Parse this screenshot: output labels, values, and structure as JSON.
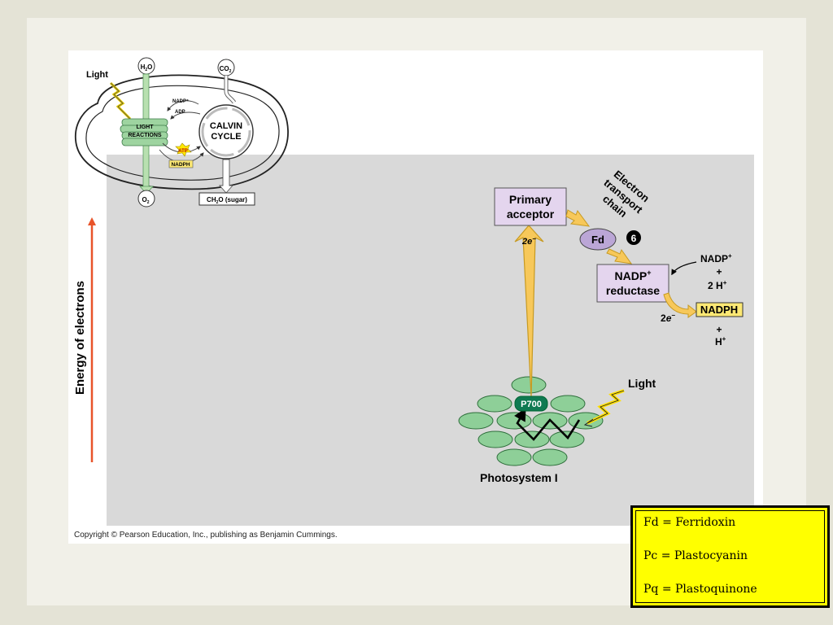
{
  "overview": {
    "light": "Light",
    "h2o_main": "H",
    "h2o_sub": "2",
    "h2o_tail": "O",
    "co2_main": "CO",
    "co2_sub": "2",
    "o2_main": "O",
    "o2_sub": "2",
    "nadp_plus": "NADP⁺",
    "adp": "ADP",
    "light_reactions_line1": "LIGHT",
    "light_reactions_line2": "REACTIONS",
    "atp": "ATP",
    "nadph": "NADPH",
    "calvin_line1": "CALVIN",
    "calvin_line2": "CYCLE",
    "sugar_main": "CH",
    "sugar_sub": "2",
    "sugar_tail": "O (sugar)"
  },
  "axis": {
    "energy_label": "Energy of electrons"
  },
  "etc": {
    "primary_acceptor_line1": "Primary",
    "primary_acceptor_line2": "acceptor",
    "etc_line1": "Electron",
    "etc_line2": "transport",
    "etc_line3": "chain",
    "step_number": "6",
    "fd": "Fd",
    "two_e_upper": "2",
    "e_symbol": "e",
    "e_minus": "−",
    "nadp_plus_label": "NADP",
    "plus_sup": "+",
    "plus_sign": "+",
    "two_h_plus": "2 H",
    "reductase_line1": "NADP",
    "reductase_line2": "reductase",
    "two_e_lower": "2",
    "nadph_product": "NADPH",
    "plus_sign_2": "+",
    "h_plus": "H"
  },
  "photosystem": {
    "p700": "P700",
    "light": "Light",
    "label": "Photosystem I"
  },
  "copyright": "Copyright © Pearson Education, Inc., publishing as Benjamin Cummings.",
  "legend": {
    "items": [
      "Fd = Ferridoxin",
      "Pc = Plastocyanin",
      "Pq = Plastoquinone"
    ]
  },
  "colors": {
    "yellow_arrow": "#f7c85a",
    "arrow_outline": "#c79a22",
    "box_fill": "#e4d5ee",
    "fd_fill": "#bba6d6",
    "nadph_fill": "#fce874",
    "pigment_green": "#8ecf98",
    "p700_fill": "#0f7a52",
    "energy_arrow": "#e8542a",
    "legend_fill": "#ffff00"
  }
}
